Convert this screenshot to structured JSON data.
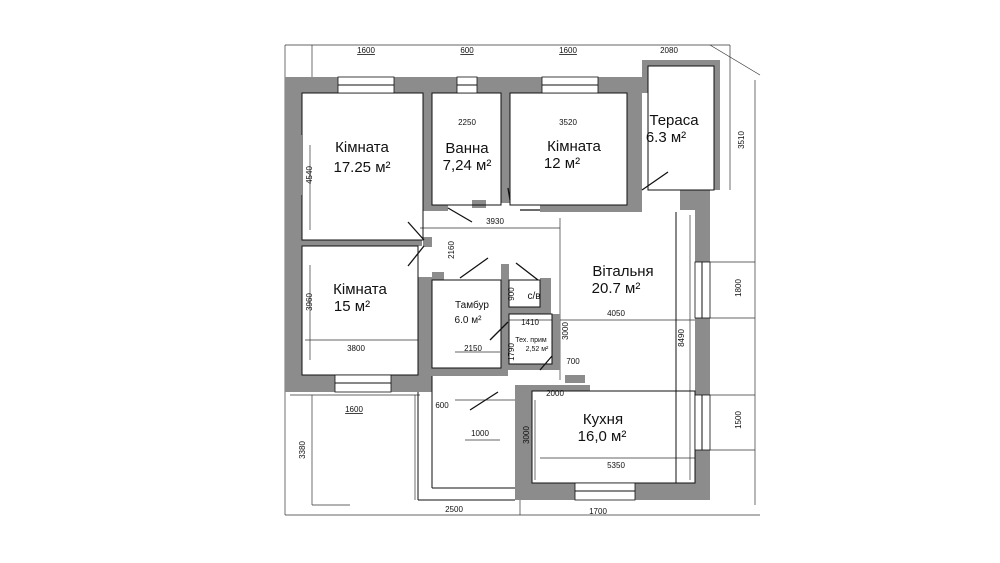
{
  "rooms": {
    "room1": {
      "name": "Кімната",
      "area": "17.25 м²"
    },
    "bath": {
      "name": "Ванна",
      "area": "7,24 м²"
    },
    "room2": {
      "name": "Кімната",
      "area": "12 м²"
    },
    "terrace": {
      "name": "Тераса",
      "area": "6.3 м²"
    },
    "room3": {
      "name": "Кімната",
      "area": "15 м²"
    },
    "vestibule": {
      "name": "Тамбур",
      "area": "6.0 м²"
    },
    "wc": {
      "name": "с/в"
    },
    "tech": {
      "name": "Тех. прим",
      "area": "2,52 м²"
    },
    "living": {
      "name": "Вітальня",
      "area": "20.7 м²"
    },
    "kitchen": {
      "name": "Кухня",
      "area": "16,0 м²"
    }
  },
  "dimensions": {
    "top_window_1": "1600",
    "top_window_2": "600",
    "top_window_3": "1600",
    "top_terrace": "2080",
    "terrace_right": "3510",
    "room1_left": "4540",
    "bath_width": "2250",
    "room2_width": "3520",
    "corridor": "3930",
    "corridor_vertical": "2160",
    "wc_900": "900",
    "room3_left": "3960",
    "room3_width": "3800",
    "vestibule_width": "2150",
    "tech_width": "1410",
    "tech_height": "1790",
    "living_height": "3000",
    "living_width": "4050",
    "nook": "700",
    "right_1800": "1800",
    "right_8490": "8490",
    "right_1500": "1500",
    "bottom_window_1": "1600",
    "entry_600": "600",
    "entry_door": "1000",
    "kitchen_top": "2000",
    "kitchen_height": "3000",
    "kitchen_width": "5350",
    "porch_left": "3380",
    "porch_width": "2500",
    "bottom_window_2": "1700"
  },
  "colors": {
    "wall": "#8c8c8c",
    "line": "#111111",
    "background": "#ffffff"
  }
}
